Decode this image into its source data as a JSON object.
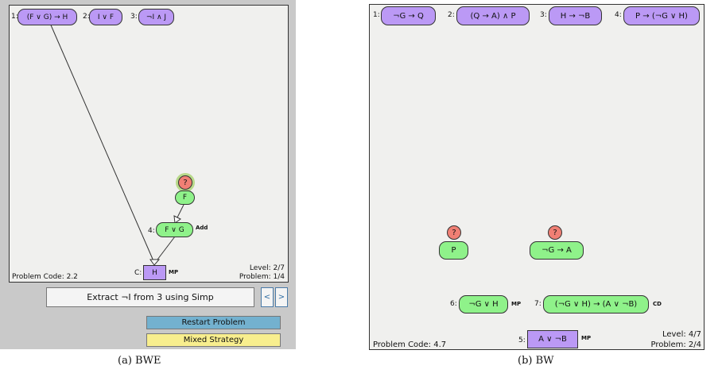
{
  "panel_a": {
    "premises": [
      {
        "num": "1:",
        "text": "(F ∨ G) → H"
      },
      {
        "num": "2:",
        "text": "I ∨ F"
      },
      {
        "num": "3:",
        "text": "¬I ∧ J"
      }
    ],
    "goal_q": "?",
    "node_f": "F",
    "node_4_num": "4:",
    "node_4": "F ∨ G",
    "node_4_tag": "Add",
    "conclusion_num": "C:",
    "conclusion": "H",
    "conclusion_tag": "MP",
    "problem_code": "Problem Code: 2.2",
    "level": "Level: 2/7",
    "problem": "Problem: 1/4",
    "hint": "Extract ¬I from 3 using Simp",
    "prev": "<",
    "next": ">",
    "restart": "Restart Problem",
    "strategy": "Mixed Strategy",
    "colors": {
      "restart": "#73b1cf",
      "strategy": "#f8ee8e"
    },
    "caption": "(a) BWE"
  },
  "panel_b": {
    "premises": [
      {
        "num": "1:",
        "text": "¬G → Q"
      },
      {
        "num": "2:",
        "text": "(Q → A) ∧ P"
      },
      {
        "num": "3:",
        "text": "H → ¬B"
      },
      {
        "num": "4:",
        "text": "P → (¬G ∨ H)"
      }
    ],
    "q1": "?",
    "q2": "?",
    "node_p": "P",
    "node_ga": "¬G → A",
    "node_6_num": "6:",
    "node_6": "¬G ∨ H",
    "node_6_tag": "MP",
    "node_7_num": "7:",
    "node_7": "(¬G ∨ H) → (A ∨ ¬B)",
    "node_7_tag": "CD",
    "node_5_num": "5:",
    "node_5": "A ∨ ¬B",
    "node_5_tag": "MP",
    "problem_code": "Problem Code: 4.7",
    "level": "Level: 4/7",
    "problem": "Problem: 2/4",
    "caption": "(b) BW"
  }
}
